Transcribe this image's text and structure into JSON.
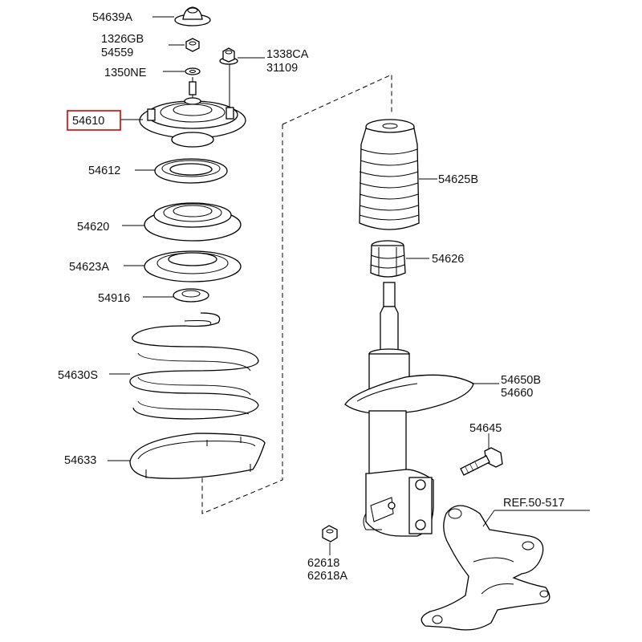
{
  "labels": {
    "p54639A": "54639A",
    "p1326GB": "1326GB",
    "p54559": "54559",
    "p1338CA": "1338CA",
    "p31109": "31109",
    "p1350NE": "1350NE",
    "p54610": "54610",
    "p54612": "54612",
    "p54625B": "54625B",
    "p54620": "54620",
    "p54626": "54626",
    "p54623A": "54623A",
    "p54916": "54916",
    "p54630S": "54630S",
    "p54650B": "54650B",
    "p54660": "54660",
    "p54645": "54645",
    "p54633": "54633",
    "ref": "REF.50-517",
    "p62618": "62618",
    "p62618A": "62618A"
  },
  "colors": {
    "highlight": "#d80000",
    "line": "#000000",
    "background": "#ffffff"
  },
  "highlighted_part": "54610"
}
